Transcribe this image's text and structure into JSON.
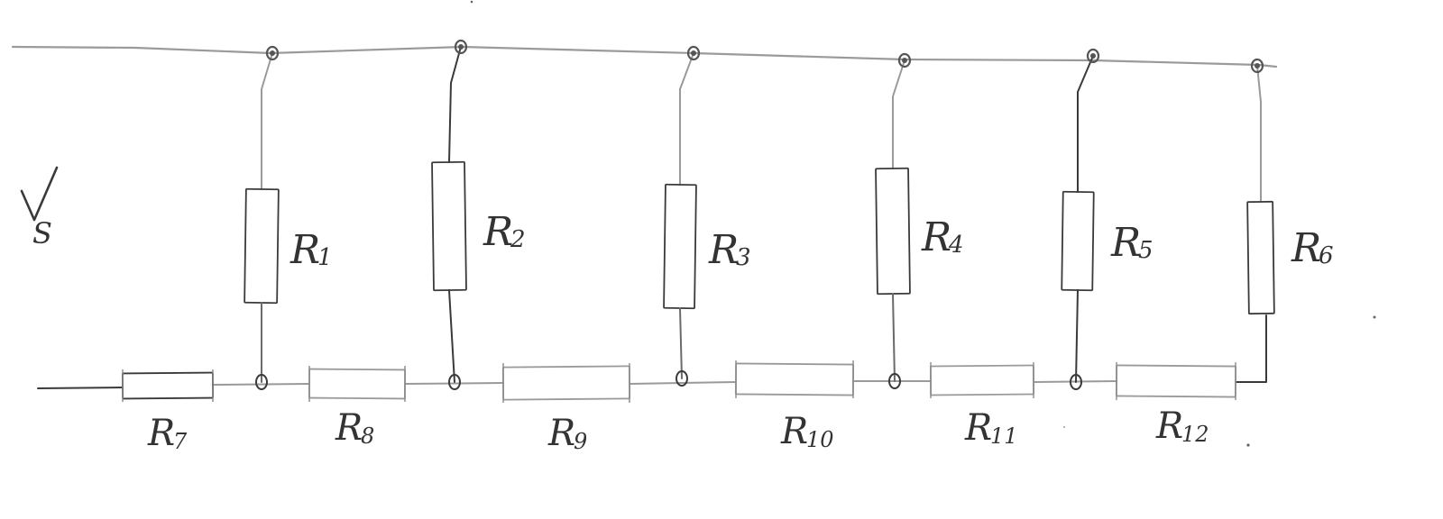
{
  "diagram": {
    "source_label": {
      "main": "V",
      "sub": "S"
    },
    "colors": {
      "ink": "#3a3a3a",
      "pencil": "#9a9a9a",
      "node": "#555555",
      "background": "#ffffff"
    },
    "vertical_resistors": [
      {
        "main": "R",
        "sub": "1"
      },
      {
        "main": "R",
        "sub": "2"
      },
      {
        "main": "R",
        "sub": "3"
      },
      {
        "main": "R",
        "sub": "4"
      },
      {
        "main": "R",
        "sub": "5"
      },
      {
        "main": "R",
        "sub": "6"
      }
    ],
    "horizontal_resistors": [
      {
        "main": "R",
        "sub": "7"
      },
      {
        "main": "R",
        "sub": "8"
      },
      {
        "main": "R",
        "sub": "9"
      },
      {
        "main": "R",
        "sub": "10"
      },
      {
        "main": "R",
        "sub": "11"
      },
      {
        "main": "R",
        "sub": "12"
      }
    ]
  }
}
